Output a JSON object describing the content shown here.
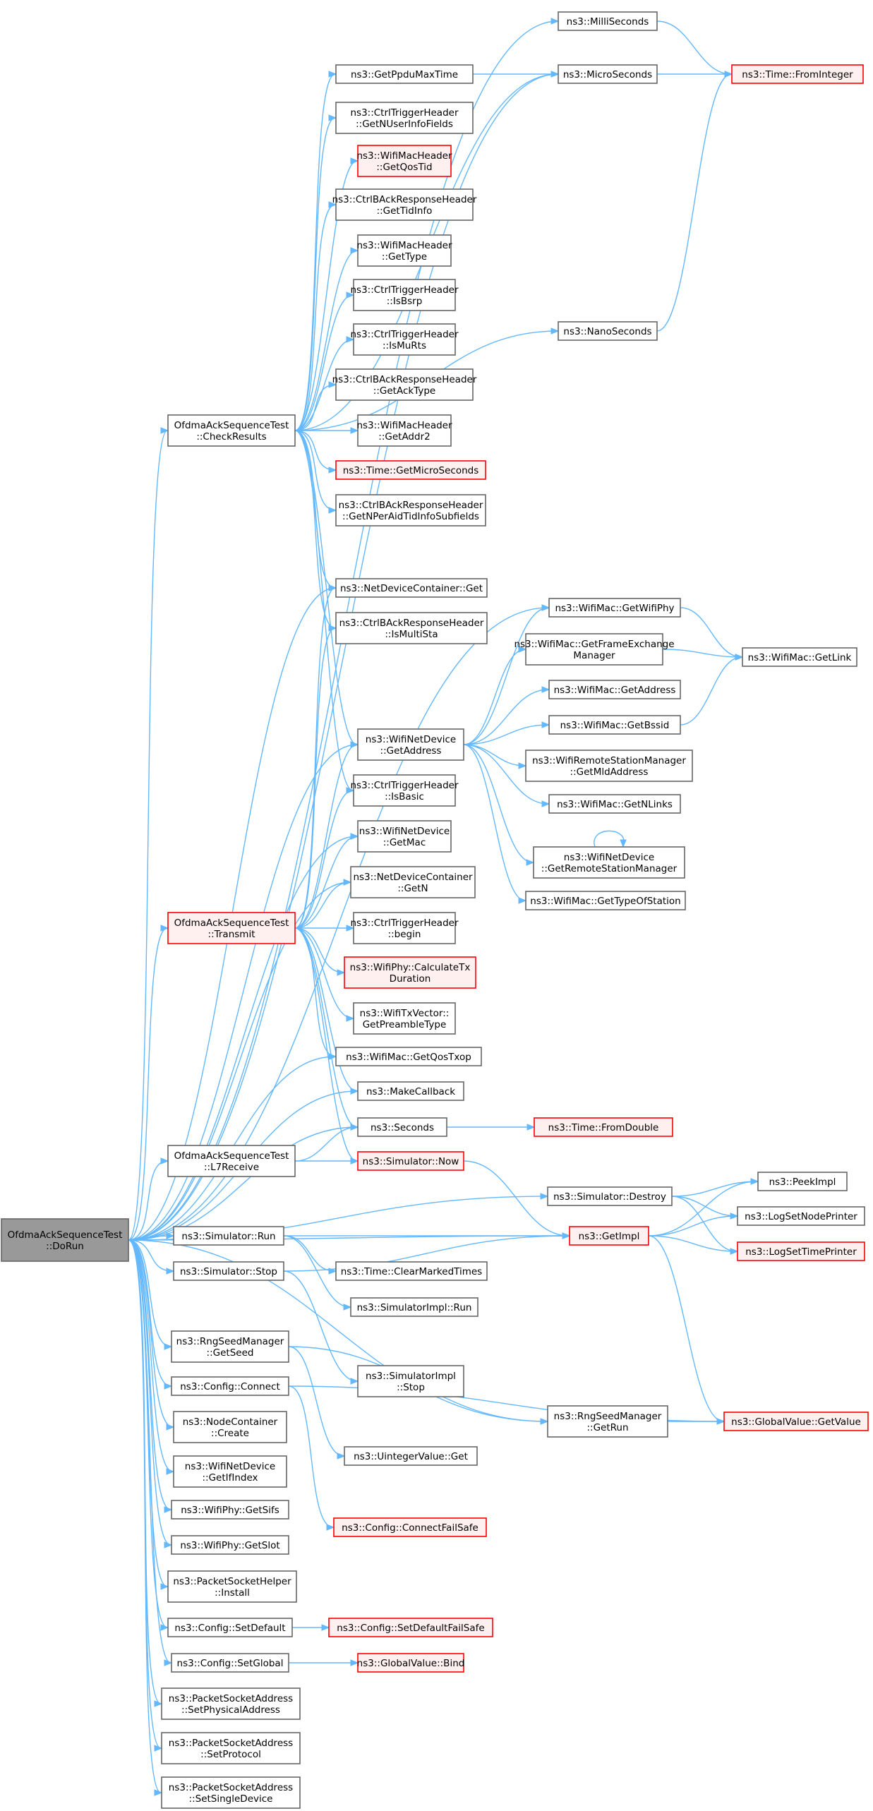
{
  "colors": {
    "edge": "#63b8ff",
    "node_border": "#666666",
    "node_fill": "#ffffff",
    "red_border": "#ff0000",
    "red_fill": "#fff0f0",
    "root_fill": "#999999",
    "root_border": "#666666"
  },
  "nodes": [
    {
      "id": "dorun",
      "lines": [
        "OfdmaAckSequenceTest",
        "::DoRun"
      ],
      "style": "root"
    },
    {
      "id": "checkresults",
      "lines": [
        "OfdmaAckSequenceTest",
        "::CheckResults"
      ],
      "style": "normal"
    },
    {
      "id": "transmit",
      "lines": [
        "OfdmaAckSequenceTest",
        "::Transmit"
      ],
      "style": "red"
    },
    {
      "id": "l7receive",
      "lines": [
        "OfdmaAckSequenceTest",
        "::L7Receive"
      ],
      "style": "normal"
    },
    {
      "id": "millis",
      "lines": [
        "ns3::MilliSeconds"
      ],
      "style": "normal"
    },
    {
      "id": "micros",
      "lines": [
        "ns3::MicroSeconds"
      ],
      "style": "normal"
    },
    {
      "id": "fromint",
      "lines": [
        "ns3::Time::FromInteger"
      ],
      "style": "red"
    },
    {
      "id": "ppdu",
      "lines": [
        "ns3::GetPpduMaxTime"
      ],
      "style": "normal"
    },
    {
      "id": "nuser",
      "lines": [
        "ns3::CtrlTriggerHeader",
        "::GetNUserInfoFields"
      ],
      "style": "normal"
    },
    {
      "id": "qostid",
      "lines": [
        "ns3::WifiMacHeader",
        "::GetQosTid"
      ],
      "style": "red"
    },
    {
      "id": "tidinfo",
      "lines": [
        "ns3::CtrlBAckResponseHeader",
        "::GetTidInfo"
      ],
      "style": "normal"
    },
    {
      "id": "gettype",
      "lines": [
        "ns3::WifiMacHeader",
        "::GetType"
      ],
      "style": "normal"
    },
    {
      "id": "isbsrp",
      "lines": [
        "ns3::CtrlTriggerHeader",
        "::IsBsrp"
      ],
      "style": "normal"
    },
    {
      "id": "ismurts",
      "lines": [
        "ns3::CtrlTriggerHeader",
        "::IsMuRts"
      ],
      "style": "normal"
    },
    {
      "id": "acktype",
      "lines": [
        "ns3::CtrlBAckResponseHeader",
        "::GetAckType"
      ],
      "style": "normal"
    },
    {
      "id": "addr2",
      "lines": [
        "ns3::WifiMacHeader",
        "::GetAddr2"
      ],
      "style": "normal"
    },
    {
      "id": "getmicro",
      "lines": [
        "ns3::Time::GetMicroSeconds"
      ],
      "style": "red"
    },
    {
      "id": "nperaid",
      "lines": [
        "ns3::CtrlBAckResponseHeader",
        "::GetNPerAidTidInfoSubfields"
      ],
      "style": "normal"
    },
    {
      "id": "nanos",
      "lines": [
        "ns3::NanoSeconds"
      ],
      "style": "normal"
    },
    {
      "id": "ndcget",
      "lines": [
        "ns3::NetDeviceContainer::Get"
      ],
      "style": "normal"
    },
    {
      "id": "ismultista",
      "lines": [
        "ns3::CtrlBAckResponseHeader",
        "::IsMultiSta"
      ],
      "style": "normal"
    },
    {
      "id": "getwifiphy",
      "lines": [
        "ns3::WifiMac::GetWifiPhy"
      ],
      "style": "normal"
    },
    {
      "id": "getfem",
      "lines": [
        "ns3::WifiMac::GetFrameExchange",
        "Manager"
      ],
      "style": "normal"
    },
    {
      "id": "getlink",
      "lines": [
        "ns3::WifiMac::GetLink"
      ],
      "style": "normal"
    },
    {
      "id": "macgetaddr",
      "lines": [
        "ns3::WifiMac::GetAddress"
      ],
      "style": "normal"
    },
    {
      "id": "getbssid",
      "lines": [
        "ns3::WifiMac::GetBssid"
      ],
      "style": "normal"
    },
    {
      "id": "wndgetaddr",
      "lines": [
        "ns3::WifiNetDevice",
        "::GetAddress"
      ],
      "style": "normal"
    },
    {
      "id": "getmld",
      "lines": [
        "ns3::WifiRemoteStationManager",
        "::GetMldAddress"
      ],
      "style": "normal"
    },
    {
      "id": "getnlinks",
      "lines": [
        "ns3::WifiMac::GetNLinks"
      ],
      "style": "normal"
    },
    {
      "id": "isbasic",
      "lines": [
        "ns3::CtrlTriggerHeader",
        "::IsBasic"
      ],
      "style": "normal"
    },
    {
      "id": "getrsm",
      "lines": [
        "ns3::WifiNetDevice",
        "::GetRemoteStationManager"
      ],
      "style": "normal"
    },
    {
      "id": "getmac",
      "lines": [
        "ns3::WifiNetDevice",
        "::GetMac"
      ],
      "style": "normal"
    },
    {
      "id": "typeofsta",
      "lines": [
        "ns3::WifiMac::GetTypeOfStation"
      ],
      "style": "normal"
    },
    {
      "id": "ndcgetn",
      "lines": [
        "ns3::NetDeviceContainer",
        "::GetN"
      ],
      "style": "normal"
    },
    {
      "id": "begin",
      "lines": [
        "ns3::CtrlTriggerHeader",
        "::begin"
      ],
      "style": "normal"
    },
    {
      "id": "calctx",
      "lines": [
        "ns3::WifiPhy::CalculateTx",
        "Duration"
      ],
      "style": "red"
    },
    {
      "id": "preamble",
      "lines": [
        "ns3::WifiTxVector::",
        "GetPreambleType"
      ],
      "style": "normal"
    },
    {
      "id": "qostxop",
      "lines": [
        "ns3::WifiMac::GetQosTxop"
      ],
      "style": "normal"
    },
    {
      "id": "makecb",
      "lines": [
        "ns3::MakeCallback"
      ],
      "style": "normal"
    },
    {
      "id": "seconds",
      "lines": [
        "ns3::Seconds"
      ],
      "style": "normal"
    },
    {
      "id": "fromdouble",
      "lines": [
        "ns3::Time::FromDouble"
      ],
      "style": "red"
    },
    {
      "id": "simnow",
      "lines": [
        "ns3::Simulator::Now"
      ],
      "style": "red"
    },
    {
      "id": "destroy",
      "lines": [
        "ns3::Simulator::Destroy"
      ],
      "style": "normal"
    },
    {
      "id": "peekimpl",
      "lines": [
        "ns3::PeekImpl"
      ],
      "style": "normal"
    },
    {
      "id": "getimpl",
      "lines": [
        "ns3::GetImpl"
      ],
      "style": "red"
    },
    {
      "id": "lognode",
      "lines": [
        "ns3::LogSetNodePrinter"
      ],
      "style": "normal"
    },
    {
      "id": "logtime",
      "lines": [
        "ns3::LogSetTimePrinter"
      ],
      "style": "red"
    },
    {
      "id": "simrun",
      "lines": [
        "ns3::Simulator::Run"
      ],
      "style": "normal"
    },
    {
      "id": "clearmarked",
      "lines": [
        "ns3::Time::ClearMarkedTimes"
      ],
      "style": "normal"
    },
    {
      "id": "simstop",
      "lines": [
        "ns3::Simulator::Stop"
      ],
      "style": "normal"
    },
    {
      "id": "implrun",
      "lines": [
        "ns3::SimulatorImpl::Run"
      ],
      "style": "normal"
    },
    {
      "id": "getseed",
      "lines": [
        "ns3::RngSeedManager",
        "::GetSeed"
      ],
      "style": "normal"
    },
    {
      "id": "implstop",
      "lines": [
        "ns3::SimulatorImpl",
        "::Stop"
      ],
      "style": "normal"
    },
    {
      "id": "connect",
      "lines": [
        "ns3::Config::Connect"
      ],
      "style": "normal"
    },
    {
      "id": "getrun",
      "lines": [
        "ns3::RngSeedManager",
        "::GetRun"
      ],
      "style": "normal"
    },
    {
      "id": "gvgetvalue",
      "lines": [
        "ns3::GlobalValue::GetValue"
      ],
      "style": "red"
    },
    {
      "id": "nccreate",
      "lines": [
        "ns3::NodeContainer",
        "::Create"
      ],
      "style": "normal"
    },
    {
      "id": "uintget",
      "lines": [
        "ns3::UintegerValue::Get"
      ],
      "style": "normal"
    },
    {
      "id": "ifindex",
      "lines": [
        "ns3::WifiNetDevice",
        "::GetIfIndex"
      ],
      "style": "normal"
    },
    {
      "id": "getsifs",
      "lines": [
        "ns3::WifiPhy::GetSifs"
      ],
      "style": "normal"
    },
    {
      "id": "connectfs",
      "lines": [
        "ns3::Config::ConnectFailSafe"
      ],
      "style": "red"
    },
    {
      "id": "getslot",
      "lines": [
        "ns3::WifiPhy::GetSlot"
      ],
      "style": "normal"
    },
    {
      "id": "pshinstall",
      "lines": [
        "ns3::PacketSocketHelper",
        "::Install"
      ],
      "style": "normal"
    },
    {
      "id": "setdefault",
      "lines": [
        "ns3::Config::SetDefault"
      ],
      "style": "normal"
    },
    {
      "id": "setdefaultfs",
      "lines": [
        "ns3::Config::SetDefaultFailSafe"
      ],
      "style": "red"
    },
    {
      "id": "setglobal",
      "lines": [
        "ns3::Config::SetGlobal"
      ],
      "style": "normal"
    },
    {
      "id": "gvbind",
      "lines": [
        "ns3::GlobalValue::Bind"
      ],
      "style": "red"
    },
    {
      "id": "setphys",
      "lines": [
        "ns3::PacketSocketAddress",
        "::SetPhysicalAddress"
      ],
      "style": "normal"
    },
    {
      "id": "setproto",
      "lines": [
        "ns3::PacketSocketAddress",
        "::SetProtocol"
      ],
      "style": "normal"
    },
    {
      "id": "setsingle",
      "lines": [
        "ns3::PacketSocketAddress",
        "::SetSingleDevice"
      ],
      "style": "normal"
    }
  ],
  "edges": [
    [
      "dorun",
      "millis"
    ],
    [
      "dorun",
      "micros"
    ],
    [
      "dorun",
      "checkresults"
    ],
    [
      "dorun",
      "ndcget"
    ],
    [
      "dorun",
      "getwifiphy"
    ],
    [
      "dorun",
      "wndgetaddr"
    ],
    [
      "dorun",
      "getmac"
    ],
    [
      "dorun",
      "ndcgetn"
    ],
    [
      "dorun",
      "transmit"
    ],
    [
      "dorun",
      "qostxop"
    ],
    [
      "dorun",
      "makecb"
    ],
    [
      "dorun",
      "seconds"
    ],
    [
      "dorun",
      "l7receive"
    ],
    [
      "dorun",
      "destroy"
    ],
    [
      "dorun",
      "getimpl"
    ],
    [
      "dorun",
      "simrun"
    ],
    [
      "dorun",
      "simstop"
    ],
    [
      "dorun",
      "getseed"
    ],
    [
      "dorun",
      "connect"
    ],
    [
      "dorun",
      "getrun"
    ],
    [
      "dorun",
      "nccreate"
    ],
    [
      "dorun",
      "ifindex"
    ],
    [
      "dorun",
      "getsifs"
    ],
    [
      "dorun",
      "getslot"
    ],
    [
      "dorun",
      "pshinstall"
    ],
    [
      "dorun",
      "setdefault"
    ],
    [
      "dorun",
      "setglobal"
    ],
    [
      "dorun",
      "setphys"
    ],
    [
      "dorun",
      "setproto"
    ],
    [
      "dorun",
      "setsingle"
    ],
    [
      "checkresults",
      "micros"
    ],
    [
      "checkresults",
      "ppdu"
    ],
    [
      "checkresults",
      "nuser"
    ],
    [
      "checkresults",
      "qostid"
    ],
    [
      "checkresults",
      "tidinfo"
    ],
    [
      "checkresults",
      "gettype"
    ],
    [
      "checkresults",
      "isbsrp"
    ],
    [
      "checkresults",
      "ismurts"
    ],
    [
      "checkresults",
      "acktype"
    ],
    [
      "checkresults",
      "addr2"
    ],
    [
      "checkresults",
      "getmicro"
    ],
    [
      "checkresults",
      "nperaid"
    ],
    [
      "checkresults",
      "nanos"
    ],
    [
      "checkresults",
      "ndcget"
    ],
    [
      "checkresults",
      "ismultista"
    ],
    [
      "checkresults",
      "wndgetaddr"
    ],
    [
      "checkresults",
      "isbasic"
    ],
    [
      "transmit",
      "ndcget"
    ],
    [
      "transmit",
      "ismultista"
    ],
    [
      "transmit",
      "wndgetaddr"
    ],
    [
      "transmit",
      "isbasic"
    ],
    [
      "transmit",
      "getmac"
    ],
    [
      "transmit",
      "ndcgetn"
    ],
    [
      "transmit",
      "begin"
    ],
    [
      "transmit",
      "calctx"
    ],
    [
      "transmit",
      "preamble"
    ],
    [
      "transmit",
      "qostxop"
    ],
    [
      "transmit",
      "makecb"
    ],
    [
      "transmit",
      "seconds"
    ],
    [
      "transmit",
      "simnow"
    ],
    [
      "l7receive",
      "seconds"
    ],
    [
      "l7receive",
      "simnow"
    ],
    [
      "millis",
      "fromint"
    ],
    [
      "micros",
      "fromint"
    ],
    [
      "ppdu",
      "micros"
    ],
    [
      "nanos",
      "fromint"
    ],
    [
      "getwifiphy",
      "getlink"
    ],
    [
      "getfem",
      "getlink"
    ],
    [
      "getbssid",
      "getlink"
    ],
    [
      "wndgetaddr",
      "getwifiphy"
    ],
    [
      "wndgetaddr",
      "getfem"
    ],
    [
      "wndgetaddr",
      "macgetaddr"
    ],
    [
      "wndgetaddr",
      "getbssid"
    ],
    [
      "wndgetaddr",
      "getmld"
    ],
    [
      "wndgetaddr",
      "getnlinks"
    ],
    [
      "wndgetaddr",
      "getrsm"
    ],
    [
      "wndgetaddr",
      "typeofsta"
    ],
    [
      "getrsm",
      "getrsm"
    ],
    [
      "seconds",
      "fromdouble"
    ],
    [
      "simnow",
      "getimpl"
    ],
    [
      "destroy",
      "peekimpl"
    ],
    [
      "destroy",
      "lognode"
    ],
    [
      "destroy",
      "logtime"
    ],
    [
      "getimpl",
      "peekimpl"
    ],
    [
      "getimpl",
      "lognode"
    ],
    [
      "getimpl",
      "logtime"
    ],
    [
      "getimpl",
      "gvgetvalue"
    ],
    [
      "simrun",
      "getimpl"
    ],
    [
      "simrun",
      "clearmarked"
    ],
    [
      "simrun",
      "implrun"
    ],
    [
      "simstop",
      "getimpl"
    ],
    [
      "simstop",
      "implstop"
    ],
    [
      "getseed",
      "getrun"
    ],
    [
      "getseed",
      "uintget"
    ],
    [
      "connect",
      "gvgetvalue"
    ],
    [
      "connect",
      "connectfs"
    ],
    [
      "getrun",
      "gvgetvalue"
    ],
    [
      "setdefault",
      "setdefaultfs"
    ],
    [
      "setglobal",
      "gvbind"
    ]
  ]
}
